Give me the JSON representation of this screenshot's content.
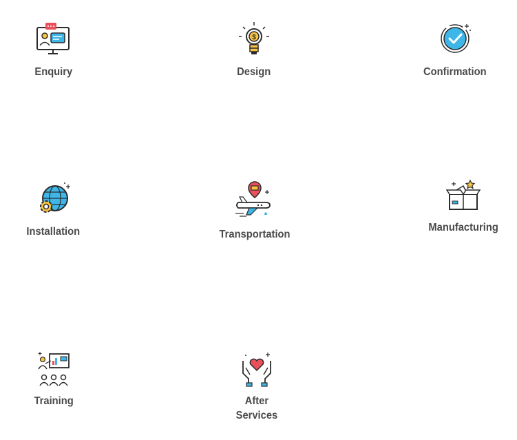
{
  "steps": [
    {
      "label": "Enquiry",
      "icon": "enquiry-icon"
    },
    {
      "label": "Design",
      "icon": "lightbulb-dollar-icon"
    },
    {
      "label": "Confirmation",
      "icon": "check-badge-icon"
    },
    {
      "label": "Installation",
      "icon": "globe-gear-icon"
    },
    {
      "label": "Transportation",
      "icon": "airplane-location-icon"
    },
    {
      "label": "Manufacturing",
      "icon": "open-box-star-icon"
    },
    {
      "label": "Training",
      "icon": "presentation-audience-icon"
    },
    {
      "label_line1": "After",
      "label_line2": "Services",
      "icon": "hands-heart-icon"
    }
  ],
  "colors": {
    "outline": "#2b2b2b",
    "blue": "#3fb6e8",
    "red": "#e8505b",
    "yellow": "#f6c343",
    "text": "#4a4a4a"
  }
}
